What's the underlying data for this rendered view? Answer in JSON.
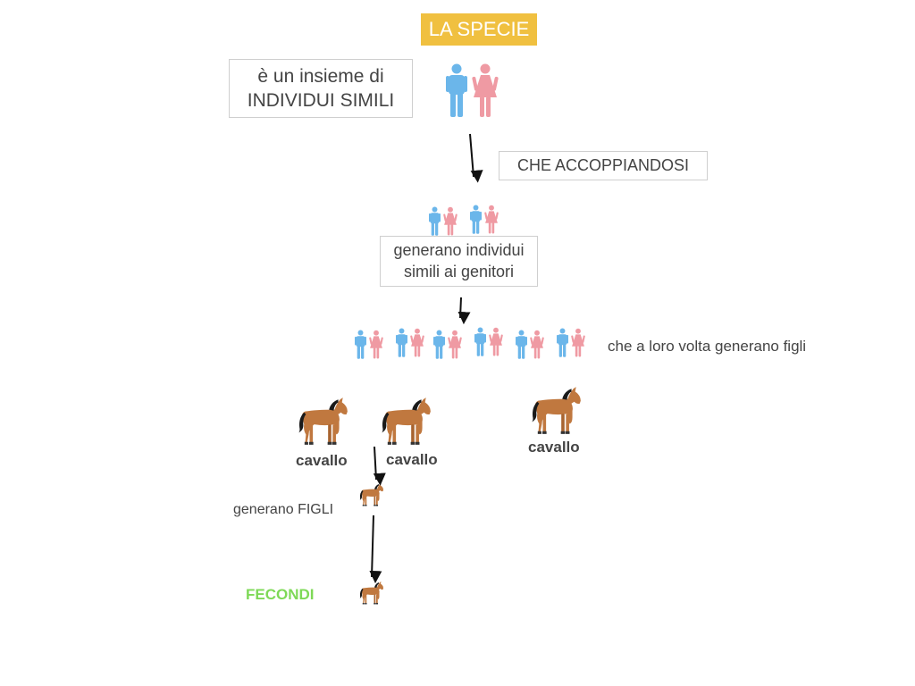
{
  "title": "LA SPECIE",
  "definition": {
    "line1": "è un insieme di",
    "line2": "INDIVIDUI SIMILI"
  },
  "mating_label": "CHE ACCOPPIANDOSI",
  "generate_box": {
    "line1": "generano individui",
    "line2": "simili ai genitori"
  },
  "generations_label": "che a loro volta generano figli",
  "horses": {
    "label1": "cavallo",
    "label2": "cavallo",
    "label3": "cavallo"
  },
  "offspring_label": "generano FIGLI",
  "fertile_label": "FECONDI",
  "colors": {
    "title_bg": "#f0c040",
    "male": "#6bb6ea",
    "female": "#ef9aa3",
    "horse": "#c0783f",
    "mane": "#1a1a1a",
    "fecondi": "#7ed957"
  },
  "icons": [
    "male-icon",
    "female-icon",
    "horse-icon",
    "arrow-down-icon"
  ]
}
